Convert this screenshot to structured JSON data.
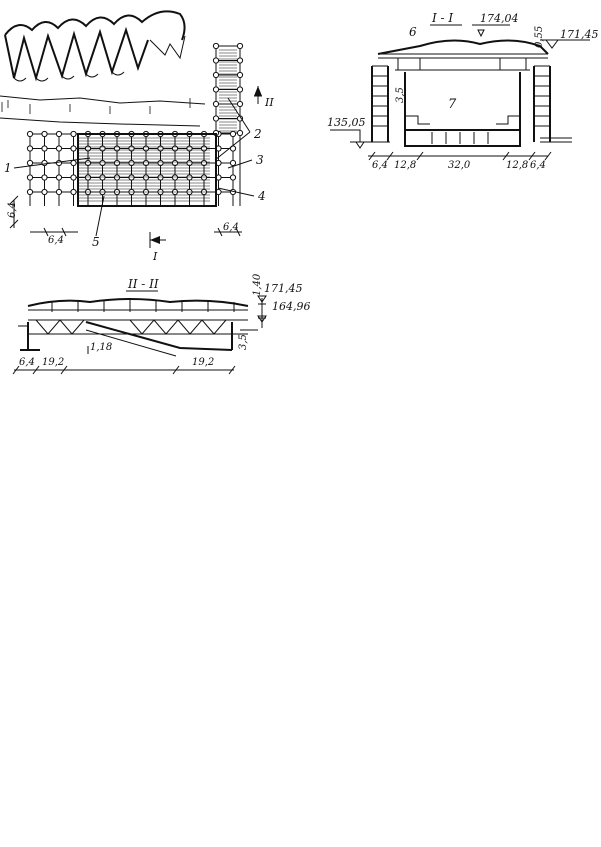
{
  "plan": {
    "callouts": [
      "1",
      "2",
      "3",
      "4",
      "5"
    ],
    "section_marks": [
      "I",
      "II"
    ],
    "dims": {
      "grid_left": "6,4",
      "grid_bottom": "6,4",
      "grid_right": "6,4"
    }
  },
  "section_1": {
    "title": "I - I",
    "elev_top": "174,04",
    "elev_eave": "171,45",
    "elev_gap": "0,55",
    "elev_left": "135,05",
    "height_inner": "3,5",
    "callout_roof": "6",
    "callout_hall": "7",
    "spans": [
      "6,4",
      "12,8",
      "32,0",
      "12,8",
      "6,4"
    ]
  },
  "section_2": {
    "title": "II - II",
    "elev_top": "171,45",
    "elev_mid": "164,96",
    "dim_top": "1,40",
    "dim_side": "3,5",
    "dim_ramp": "1,18",
    "spans": [
      "6,4",
      "19,2",
      "19,2"
    ]
  }
}
